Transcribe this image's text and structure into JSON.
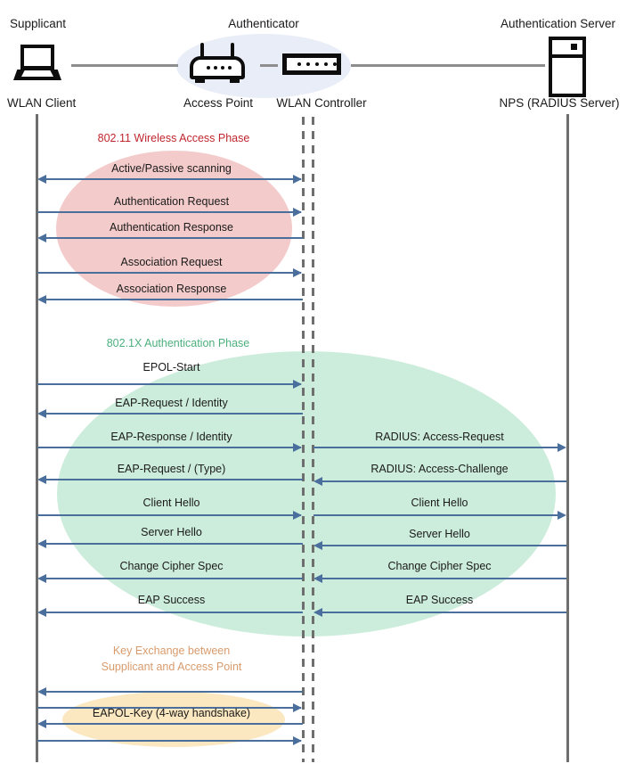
{
  "diagram": {
    "title": "802.1X WLAN authentication sequence",
    "colors": {
      "phase_80211": "#C0262E",
      "phase_8021x": "#4CAF7D",
      "phase_key": "#D99B6C",
      "ellipse_80211": "#f4cbcb",
      "ellipse_8021x": "#cdeddc",
      "ellipse_key": "#fbe7c0",
      "authenticator_blob": "#e8edf7",
      "arrow": "#4a6f9c",
      "lifeline": "#6e6e6e",
      "connector": "#8d8d8d"
    }
  },
  "actors": [
    {
      "role": "Supplicant",
      "device": "WLAN Client",
      "icon": "laptop-icon"
    },
    {
      "role": "Authenticator",
      "device": "Access Point",
      "icon": "access-point-icon"
    },
    {
      "role": "",
      "device": "WLAN Controller",
      "icon": "wlan-controller-icon"
    },
    {
      "role": "Authentication Server",
      "device": "NPS (RADIUS Server)",
      "icon": "server-icon"
    }
  ],
  "phases": [
    {
      "id": "wireless-access",
      "label": "802.11 Wireless Access Phase",
      "color": "#C0262E",
      "messages": [
        {
          "label": "Active/Passive scanning",
          "direction": "both",
          "side": "left"
        },
        {
          "label": "Authentication Request",
          "direction": "right",
          "side": "left"
        },
        {
          "label": "Authentication Response",
          "direction": "left",
          "side": "left"
        },
        {
          "label": "Association Request",
          "direction": "right",
          "side": "left"
        },
        {
          "label": "Association Response",
          "direction": "left",
          "side": "left"
        }
      ]
    },
    {
      "id": "dot1x-authentication",
      "label": "802.1X Authentication Phase",
      "color": "#4CAF7D",
      "messages": [
        {
          "label": "EPOL-Start",
          "direction": "right",
          "side": "left"
        },
        {
          "label": "EAP-Request / Identity",
          "direction": "left",
          "side": "left"
        },
        {
          "label": "EAP-Response / Identity",
          "direction": "right",
          "side": "left"
        },
        {
          "label": "RADIUS: Access-Request",
          "direction": "right",
          "side": "right"
        },
        {
          "label": "EAP-Request / (Type)",
          "direction": "left",
          "side": "left"
        },
        {
          "label": "RADIUS: Access-Challenge",
          "direction": "left",
          "side": "right"
        },
        {
          "label": "Client Hello",
          "direction": "right",
          "side": "left"
        },
        {
          "label": "Client Hello",
          "direction": "right",
          "side": "right"
        },
        {
          "label": "Server Hello",
          "direction": "left",
          "side": "left"
        },
        {
          "label": "Server Hello",
          "direction": "left",
          "side": "right"
        },
        {
          "label": "Change Cipher Spec",
          "direction": "left",
          "side": "left"
        },
        {
          "label": "Change Cipher Spec",
          "direction": "left",
          "side": "right"
        },
        {
          "label": "EAP Success",
          "direction": "left",
          "side": "left"
        },
        {
          "label": "EAP Success",
          "direction": "left",
          "side": "right"
        }
      ]
    },
    {
      "id": "key-exchange",
      "label": "Key Exchange between\nSupplicant and Access Point",
      "label_line1": "Key Exchange between",
      "label_line2": "Supplicant and Access Point",
      "color": "#D99B6C",
      "messages": [
        {
          "label": "",
          "direction": "left",
          "side": "left"
        },
        {
          "label": "",
          "direction": "right",
          "side": "left"
        },
        {
          "label": "EAPOL-Key (4-way handshake)",
          "direction": "left",
          "side": "left"
        },
        {
          "label": "",
          "direction": "right",
          "side": "left"
        }
      ]
    }
  ]
}
